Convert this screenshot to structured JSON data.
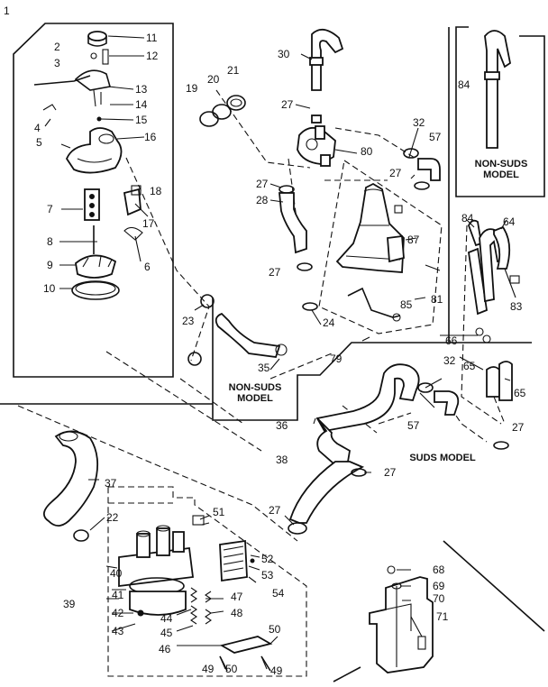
{
  "callouts": {
    "n1": "1",
    "n2": "2",
    "n3": "3",
    "n4": "4",
    "n5": "5",
    "n6": "6",
    "n7": "7",
    "n8": "8",
    "n9": "9",
    "n10": "10",
    "n11": "11",
    "n12": "12",
    "n13": "13",
    "n14": "14",
    "n15": "15",
    "n16": "16",
    "n17": "17",
    "n18": "18",
    "n19": "19",
    "n20": "20",
    "n21": "21",
    "n22": "22",
    "n23": "23",
    "n24": "24",
    "n27": "27",
    "n28": "28",
    "n30": "30",
    "n32": "32",
    "n35": "35",
    "n36": "36",
    "n37": "37",
    "n38": "38",
    "n39": "39",
    "n40": "40",
    "n41": "41",
    "n42": "42",
    "n43": "43",
    "n44": "44",
    "n45": "45",
    "n46": "46",
    "n47": "47",
    "n48": "48",
    "n49": "49",
    "n50": "50",
    "n51": "51",
    "n52": "52",
    "n53": "53",
    "n54": "54",
    "n57": "57",
    "n64": "64",
    "n65": "65",
    "n66": "66",
    "n68": "68",
    "n69": "69",
    "n70": "70",
    "n71": "71",
    "n79": "79",
    "n80": "80",
    "n81": "81",
    "n83": "83",
    "n84": "84",
    "n85": "85",
    "n87": "87"
  },
  "captions": {
    "non_suds_top": "NON-SUDS\nMODEL",
    "non_suds_mid": "NON-SUDS\nMODEL",
    "suds_model": "SUDS MODEL"
  }
}
